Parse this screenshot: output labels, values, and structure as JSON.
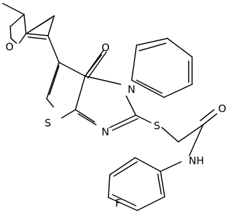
{
  "molecule": {
    "atoms": {
      "O_furan": "O",
      "O_carbonyl": "O",
      "N_pyrimidine_3": "N",
      "N_pyrimidine_1": "N",
      "S_thiophene": "S",
      "S_thioether": "S",
      "O_amide": "O",
      "NH_amide": "NH",
      "F": "F"
    }
  }
}
